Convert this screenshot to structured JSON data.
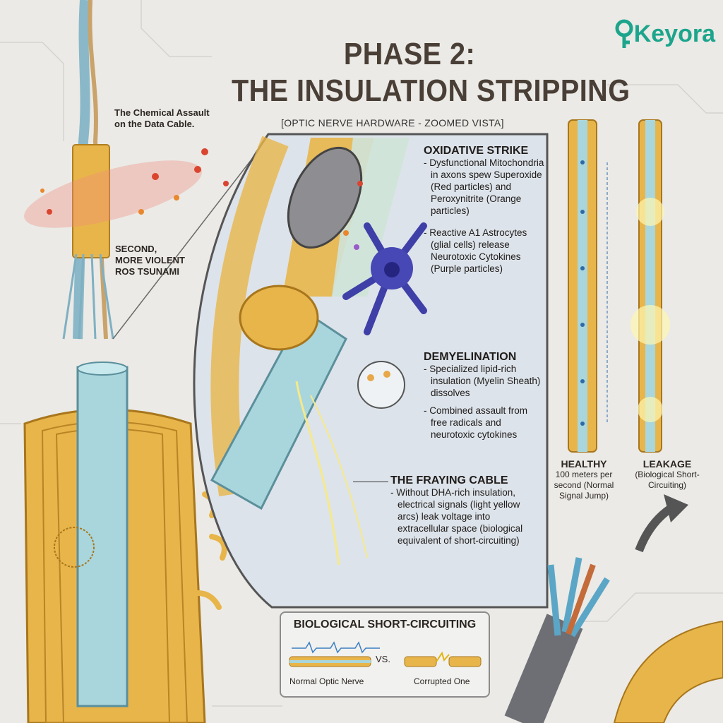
{
  "title": {
    "line1": "PHASE 2:",
    "line2": "THE INSULATION STRIPPING"
  },
  "logo": {
    "text": "Keyora",
    "color": "#1ca58c"
  },
  "top_left": {
    "caption": "The Chemical Assault on the Data Cable.",
    "ros_label": "SECOND, MORE VIOLENT ROS TSUNAMI"
  },
  "panel": {
    "subtitle": "[OPTIC NERVE HARDWARE - ZOOMED VISTA]",
    "sections": [
      {
        "heading": "OXIDATIVE STRIKE",
        "bullets": [
          "- Dysfunctional Mitochondria in axons spew Superoxide (Red particles) and Peroxynitrite (Orange particles)",
          "- Reactive A1 Astrocytes (glial cells) release Neurotoxic Cytokines (Purple particles)"
        ]
      },
      {
        "heading": "DEMYELINATION",
        "bullets": [
          "- Specialized lipid-rich insulation (Myelin Sheath) dissolves",
          "- Combined assault from free radicals and neurotoxic cytokines"
        ]
      },
      {
        "heading": "THE FRAYING CABLE",
        "bullets": [
          "- Without DHA-rich insulation, electrical signals (light yellow arcs) leak voltage into extracellular space (biological equivalent of short-circuiting)"
        ]
      }
    ]
  },
  "comparison": {
    "healthy": {
      "heading": "HEALTHY",
      "text": "100 meters per second (Normal Signal Jump)"
    },
    "leakage": {
      "heading": "LEAKAGE",
      "text": "(Biological Short-Circuiting)"
    }
  },
  "bottom_box": {
    "title": "BIOLOGICAL SHORT-CIRCUITING",
    "vs": "VS.",
    "left_label": "Normal Optic Nerve",
    "right_label": "Corrupted One"
  },
  "colors": {
    "myelin": "#e8b54a",
    "axon": "#a9d6dc",
    "title": "#4a3f36",
    "panel": "#dde3ea"
  }
}
